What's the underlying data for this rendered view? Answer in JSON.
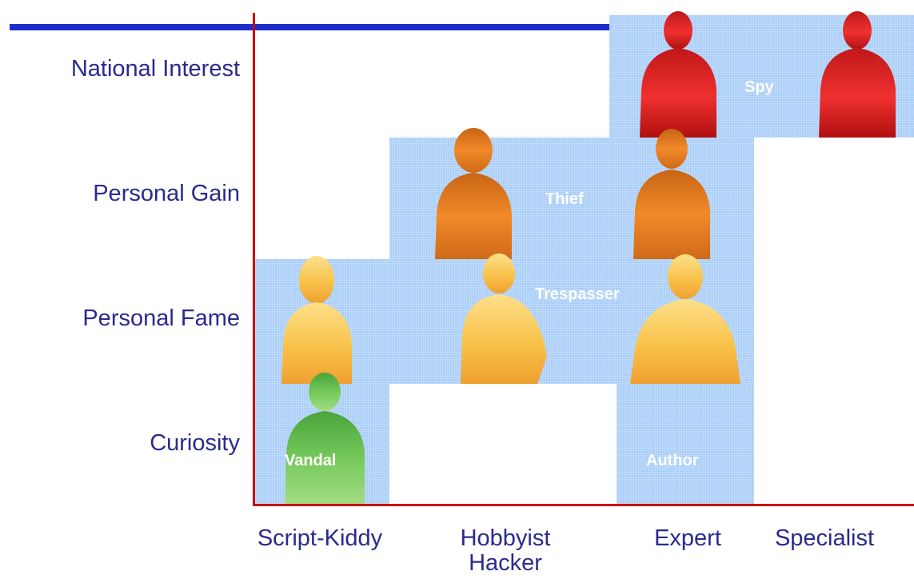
{
  "y_axis": {
    "levels": [
      "National Interest",
      "Personal Gain",
      "Personal Fame",
      "Curiosity"
    ]
  },
  "x_axis": {
    "levels": [
      "Script-Kiddy",
      "Hobbyist Hacker",
      "Expert",
      "Specialist"
    ]
  },
  "roles": {
    "spy": "Spy",
    "thief": "Thief",
    "trespasser": "Trespasser",
    "vandal": "Vandal",
    "author": "Author"
  },
  "colors": {
    "axis": "#cc0000",
    "top_bar": "#1e2fc8",
    "label_text": "#2a2a8e",
    "cell_fill": "#a8cdf7",
    "spy_figures": "#e02020",
    "thief_figures": "#e47a1e",
    "trespasser_figures": "#f7c04a",
    "vandal_figure": "#6cc04c"
  }
}
